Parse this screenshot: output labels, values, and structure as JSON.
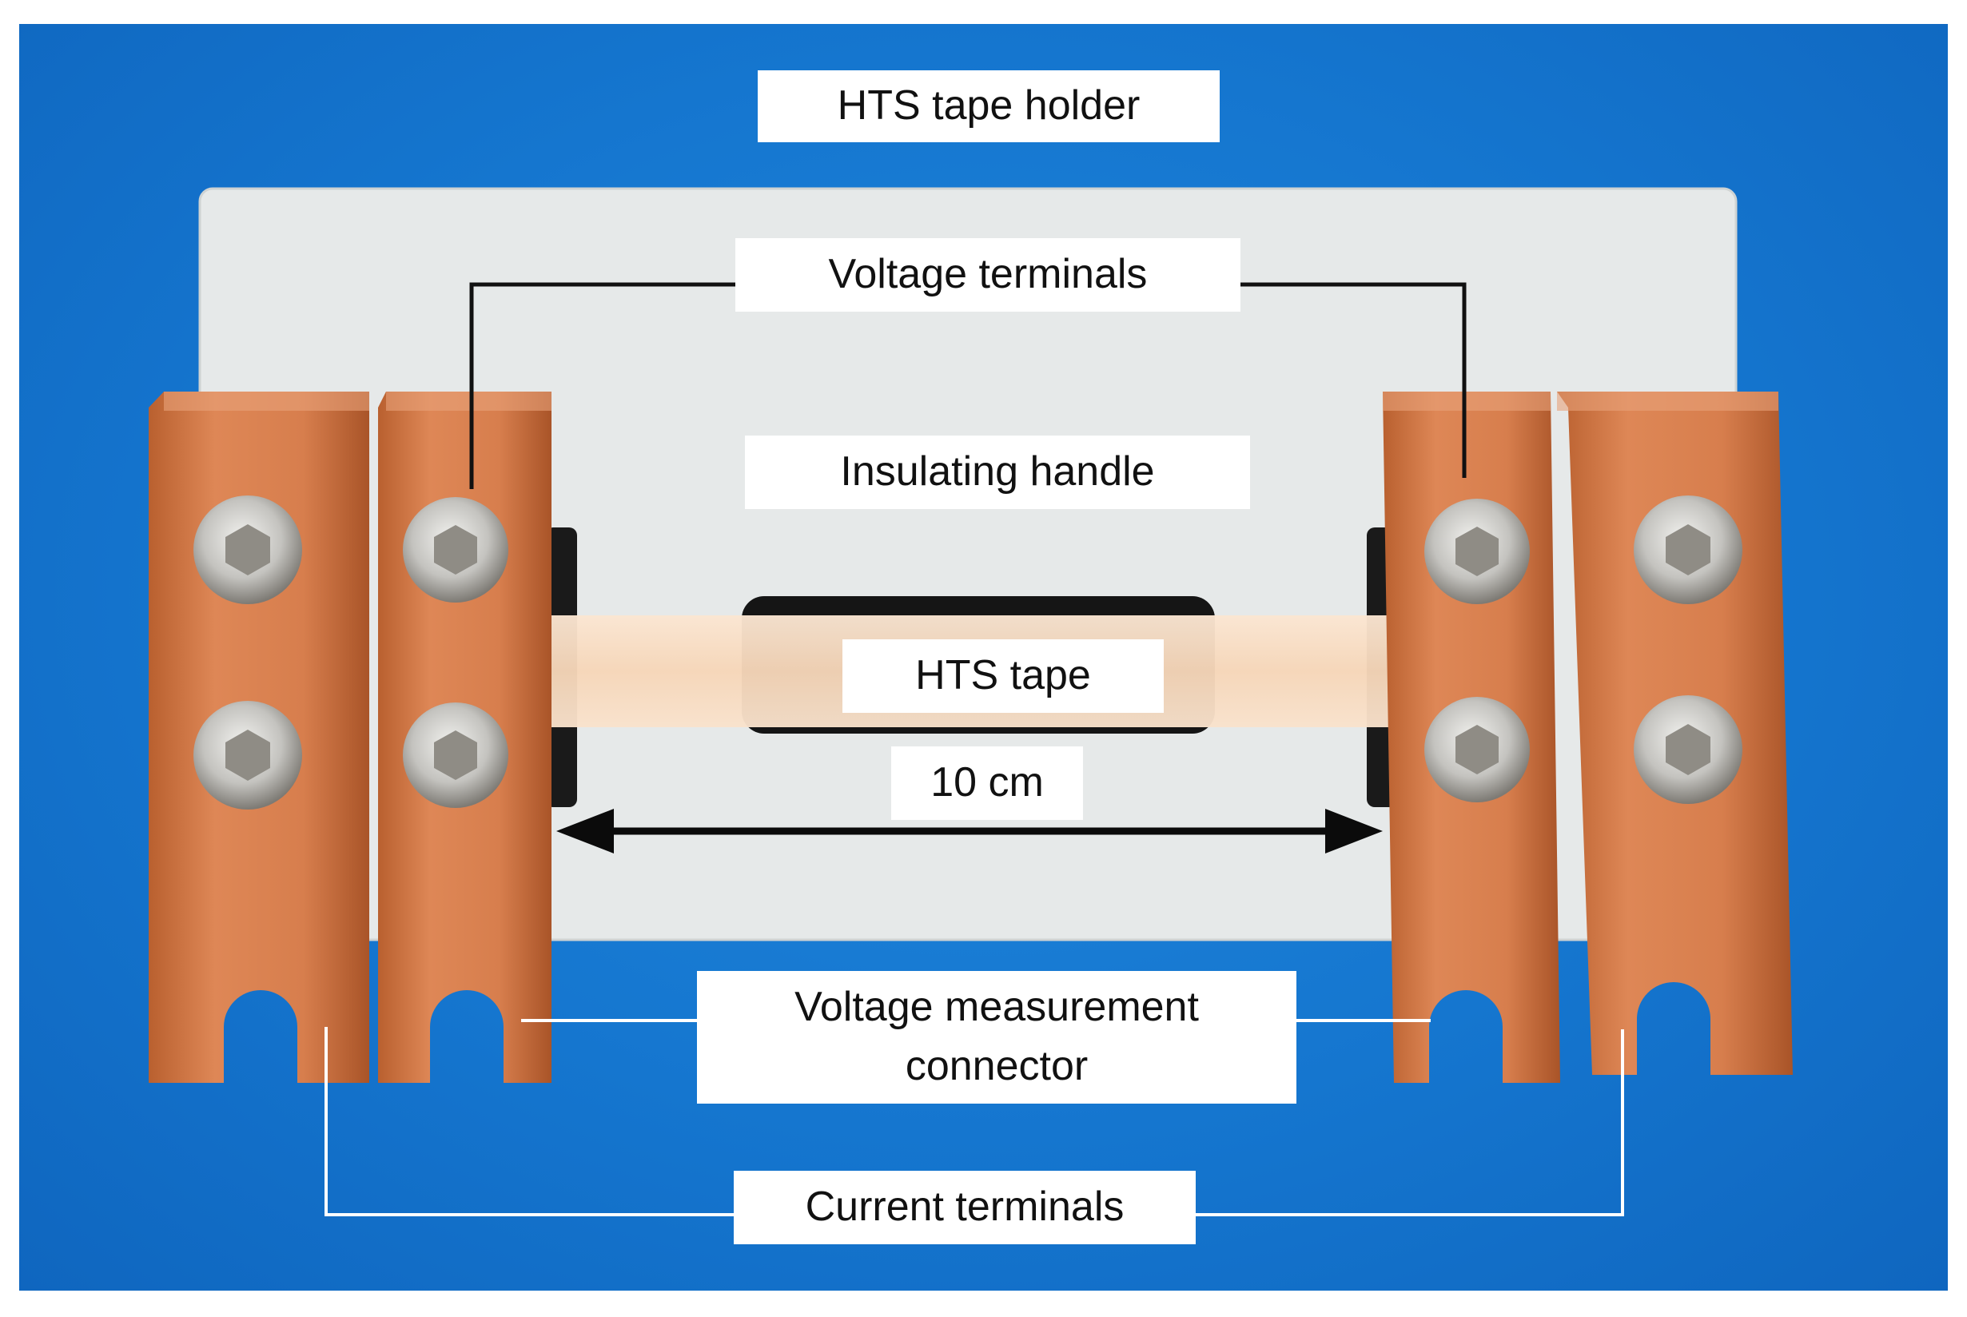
{
  "labels": {
    "holder": "HTS tape holder",
    "voltage_terminals": "Voltage terminals",
    "insulating_handle": "Insulating handle",
    "hts_tape": "HTS tape",
    "length": "10 cm",
    "voltage_connector_line1": "Voltage measurement",
    "voltage_connector_line2": "connector",
    "current_terminals": "Current terminals"
  },
  "colors": {
    "background_blue": "#1576cf",
    "handle_white": "#e6e9e9",
    "copper": "#d27a4a",
    "tape": "#f8dcc2",
    "bolt": "#c9c9c6"
  },
  "icons": [
    "hex-socket-bolt-icon",
    "double-arrow-icon"
  ]
}
